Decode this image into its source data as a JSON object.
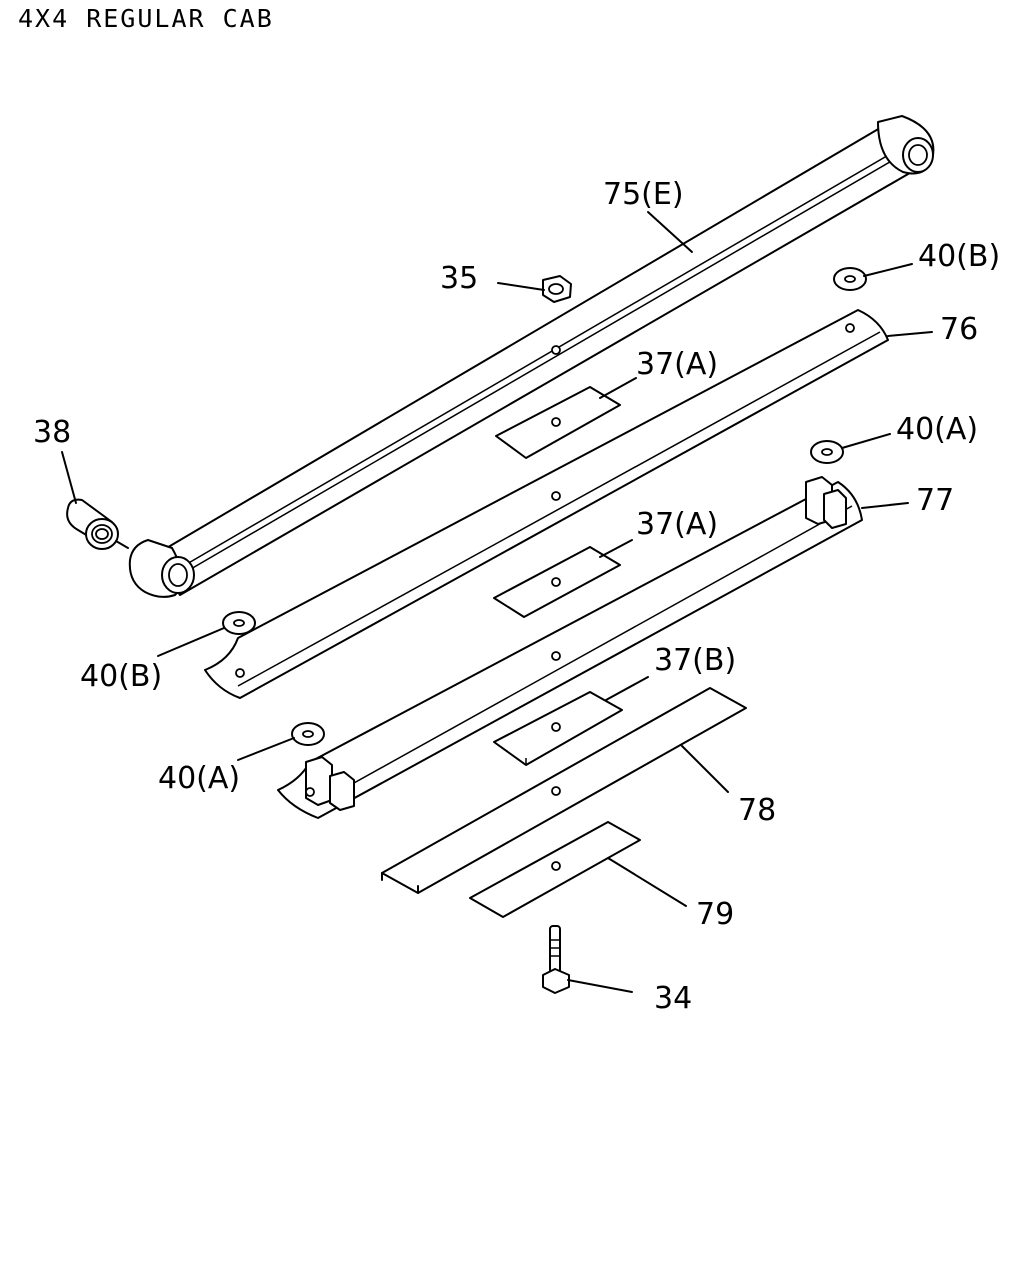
{
  "title": "4X4 REGULAR CAB",
  "callouts": {
    "p75e": "75(E)",
    "p35": "35",
    "p40b_top": "40(B)",
    "p76": "76",
    "p37a_top": "37(A)",
    "p38": "38",
    "p40a_top": "40(A)",
    "p77": "77",
    "p37a_mid": "37(A)",
    "p40b_bottom": "40(B)",
    "p37b": "37(B)",
    "p40a_bottom": "40(A)",
    "p78": "78",
    "p79": "79",
    "p34": "34"
  }
}
